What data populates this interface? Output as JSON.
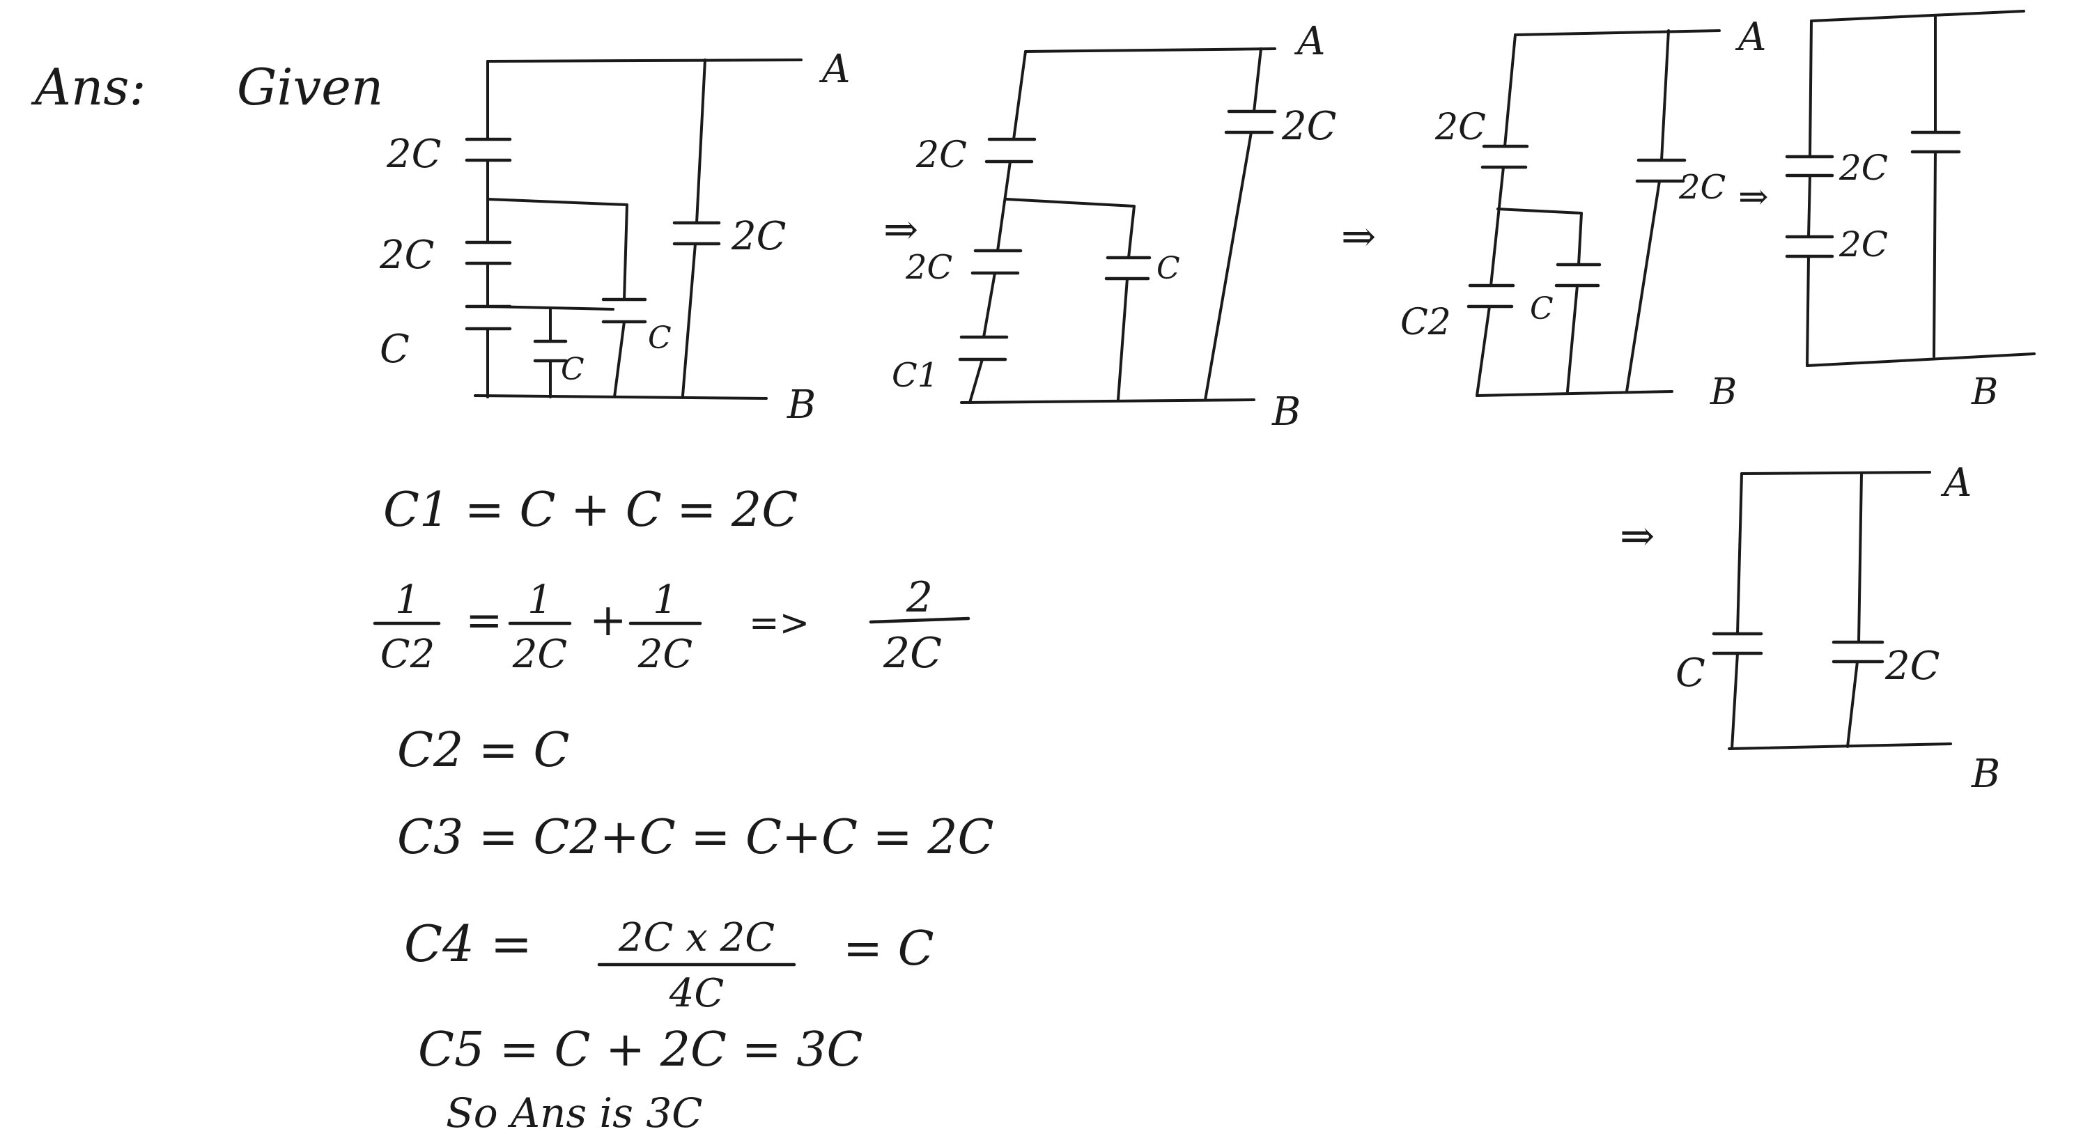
{
  "answer_label": "Ans:",
  "given_label": "Given",
  "arrow_symbol": "⇒",
  "diagram1": {
    "terminal_a": "A",
    "terminal_b": "B",
    "cap_top": "2C",
    "cap_middle": "2C",
    "cap_bottom_left": "C",
    "cap_bottom_mid": "C",
    "cap_bottom_right": "C",
    "cap_far_right": "2C"
  },
  "diagram2": {
    "terminal_a": "A",
    "terminal_b": "B",
    "cap_top": "2C",
    "cap_middle": "2C",
    "cap_bottom": "C1",
    "cap_inner": "C",
    "cap_far_right": "2C"
  },
  "diagram3": {
    "terminal_a": "A",
    "terminal_b": "B",
    "cap_top": "2C",
    "cap_bottom_left": "C2",
    "cap_inner": "C",
    "cap_far_right": "2C"
  },
  "diagram4": {
    "terminal_b": "B",
    "cap_upper": "2C",
    "cap_lower": "2C"
  },
  "diagram5": {
    "terminal_a": "A",
    "terminal_b": "B",
    "cap_left": "C",
    "cap_right": "2C"
  },
  "equations": {
    "eq1": "C1 = C + C = 2C",
    "eq2_lhs_num": "1",
    "eq2_lhs_den": "C2",
    "eq2_equals": "=",
    "eq2_t1_num": "1",
    "eq2_t1_den": "2C",
    "eq2_plus": "+",
    "eq2_t2_num": "1",
    "eq2_t2_den": "2C",
    "eq2_implies": "=>",
    "eq2_r_num": "2",
    "eq2_r_den": "2C",
    "eq3": "C2 = C",
    "eq4": "C3 = C2+C = C+C = 2C",
    "eq5_lhs": "C4 =",
    "eq5_num": "2C x 2C",
    "eq5_den": "4C",
    "eq5_rhs": "= C",
    "eq6": "C5 = C + 2C = 3C",
    "conclusion": "So Ans is 3C"
  }
}
